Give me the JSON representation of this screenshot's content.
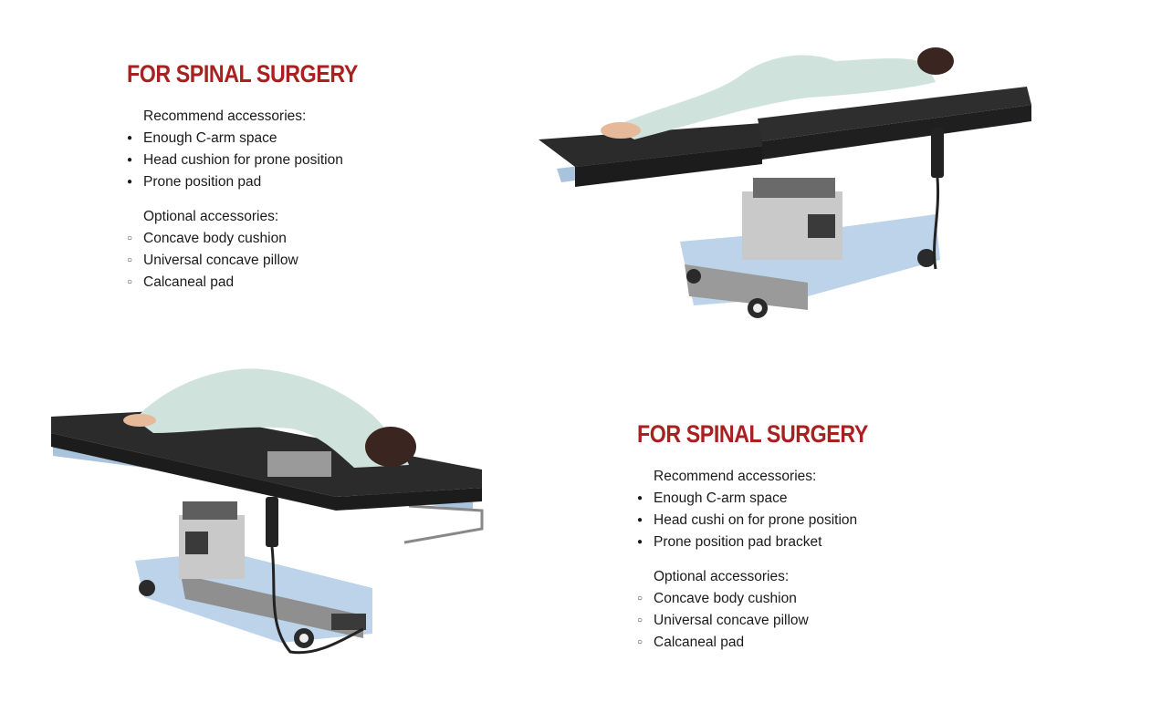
{
  "sections": [
    {
      "heading": "FOR SPINAL SURGERY",
      "recommend_title": "Recommend accessories:",
      "recommend_items": [
        "Enough C-arm space",
        "Head cushion for prone position",
        "Prone position pad"
      ],
      "optional_title": "Optional accessories:",
      "optional_items": [
        "Concave body cushion",
        "Universal concave pillow",
        "Calcaneal pad"
      ]
    },
    {
      "heading": "FOR SPINAL SURGERY",
      "recommend_title": "Recommend accessories:",
      "recommend_items": [
        "Enough C-arm space",
        "Head cushi on for prone position",
        "Prone position pad bracket"
      ],
      "optional_title": "Optional accessories:",
      "optional_items": [
        "Concave body cushion",
        "Universal concave pillow",
        "Calcaneal pad"
      ]
    }
  ],
  "symbols": {
    "filled_bullet": "●",
    "hollow_bullet": "○"
  },
  "colors": {
    "heading": "#a8201f",
    "table_pad": "#2b2b2b",
    "table_frame": "#b9cfe6",
    "column": "#c9c9c9",
    "patient_suit": "#cfe3dc",
    "hair": "#3a2520"
  }
}
